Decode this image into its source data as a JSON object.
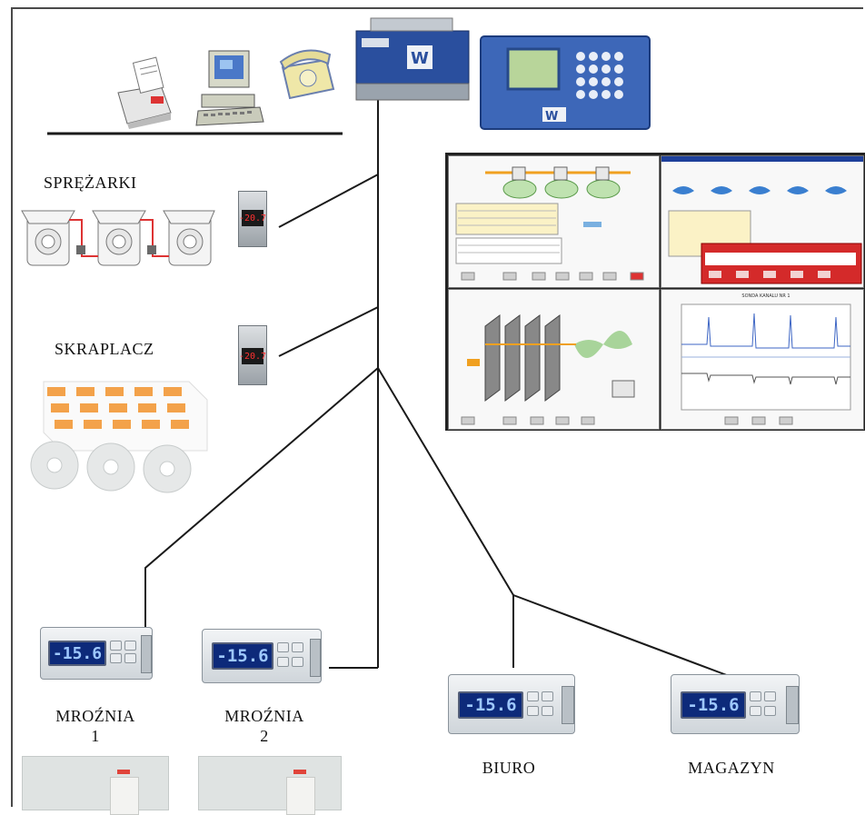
{
  "labels": {
    "compressors": "SPRĘŻARKI",
    "condenser": "SKRAPLACZ",
    "freezer1": "MROŹNIA\n1",
    "freezer2": "MROŹNIA\n2",
    "office": "BIURO",
    "warehouse": "MAGAZYN"
  },
  "displays": {
    "meter_value": "-20.7",
    "controller_value": "-15.6"
  },
  "screenshots": {
    "bottom_right_title": "SONDA KANALU NR 1"
  },
  "colors": {
    "device_blue": "#2a4f9e",
    "screen_alarm_red": "#d42a2a",
    "led_red": "#ff3030",
    "controller_display": "#0d2a7a"
  }
}
